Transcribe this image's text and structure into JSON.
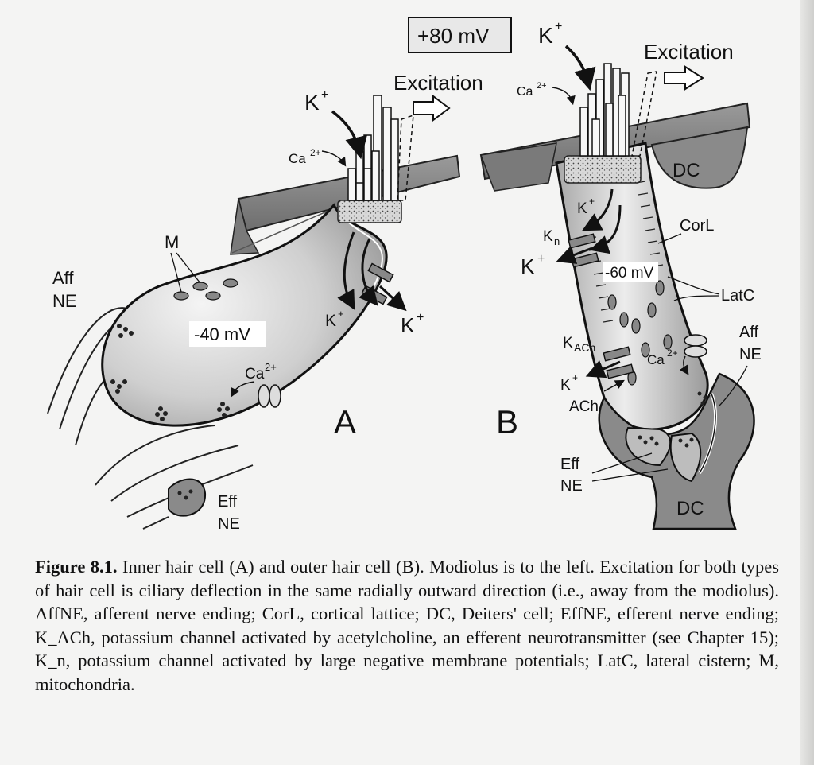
{
  "labels": {
    "voltage_top": "+80 mV",
    "k_plus": "K",
    "plus": "+",
    "excitation": "Excitation",
    "ca": "Ca",
    "ca_sup": "2+",
    "m": "M",
    "aff": "Aff",
    "ne": "NE",
    "eff": "Eff",
    "minus40": "-40 mV",
    "minus60": "-60 mV",
    "panel_a": "A",
    "panel_b": "B",
    "dc": "DC",
    "corl": "CorL",
    "latc": "LatC",
    "kn_main": "K",
    "kn_sub": "n",
    "kach_main": "K",
    "kach_sub": "ACh",
    "ach": "ACh"
  },
  "caption": {
    "fig_label": "Figure 8.1.",
    "text": "Inner hair cell (A) and outer hair cell (B). Modiolus is to the left. Excitation for both types of hair cell is ciliary deflection in the same radially outward direction (i.e., away from the modiolus). AffNE, afferent nerve ending; CorL, cortical lattice; DC, Deiters' cell; EffNE, efferent nerve ending; K_ACh, potassium channel activated by acetylcholine, an efferent neurotransmitter (see Chapter 15); K_n, potassium channel activated by large negative membrane potentials; LatC, lateral cistern; M, mitochondria."
  }
}
